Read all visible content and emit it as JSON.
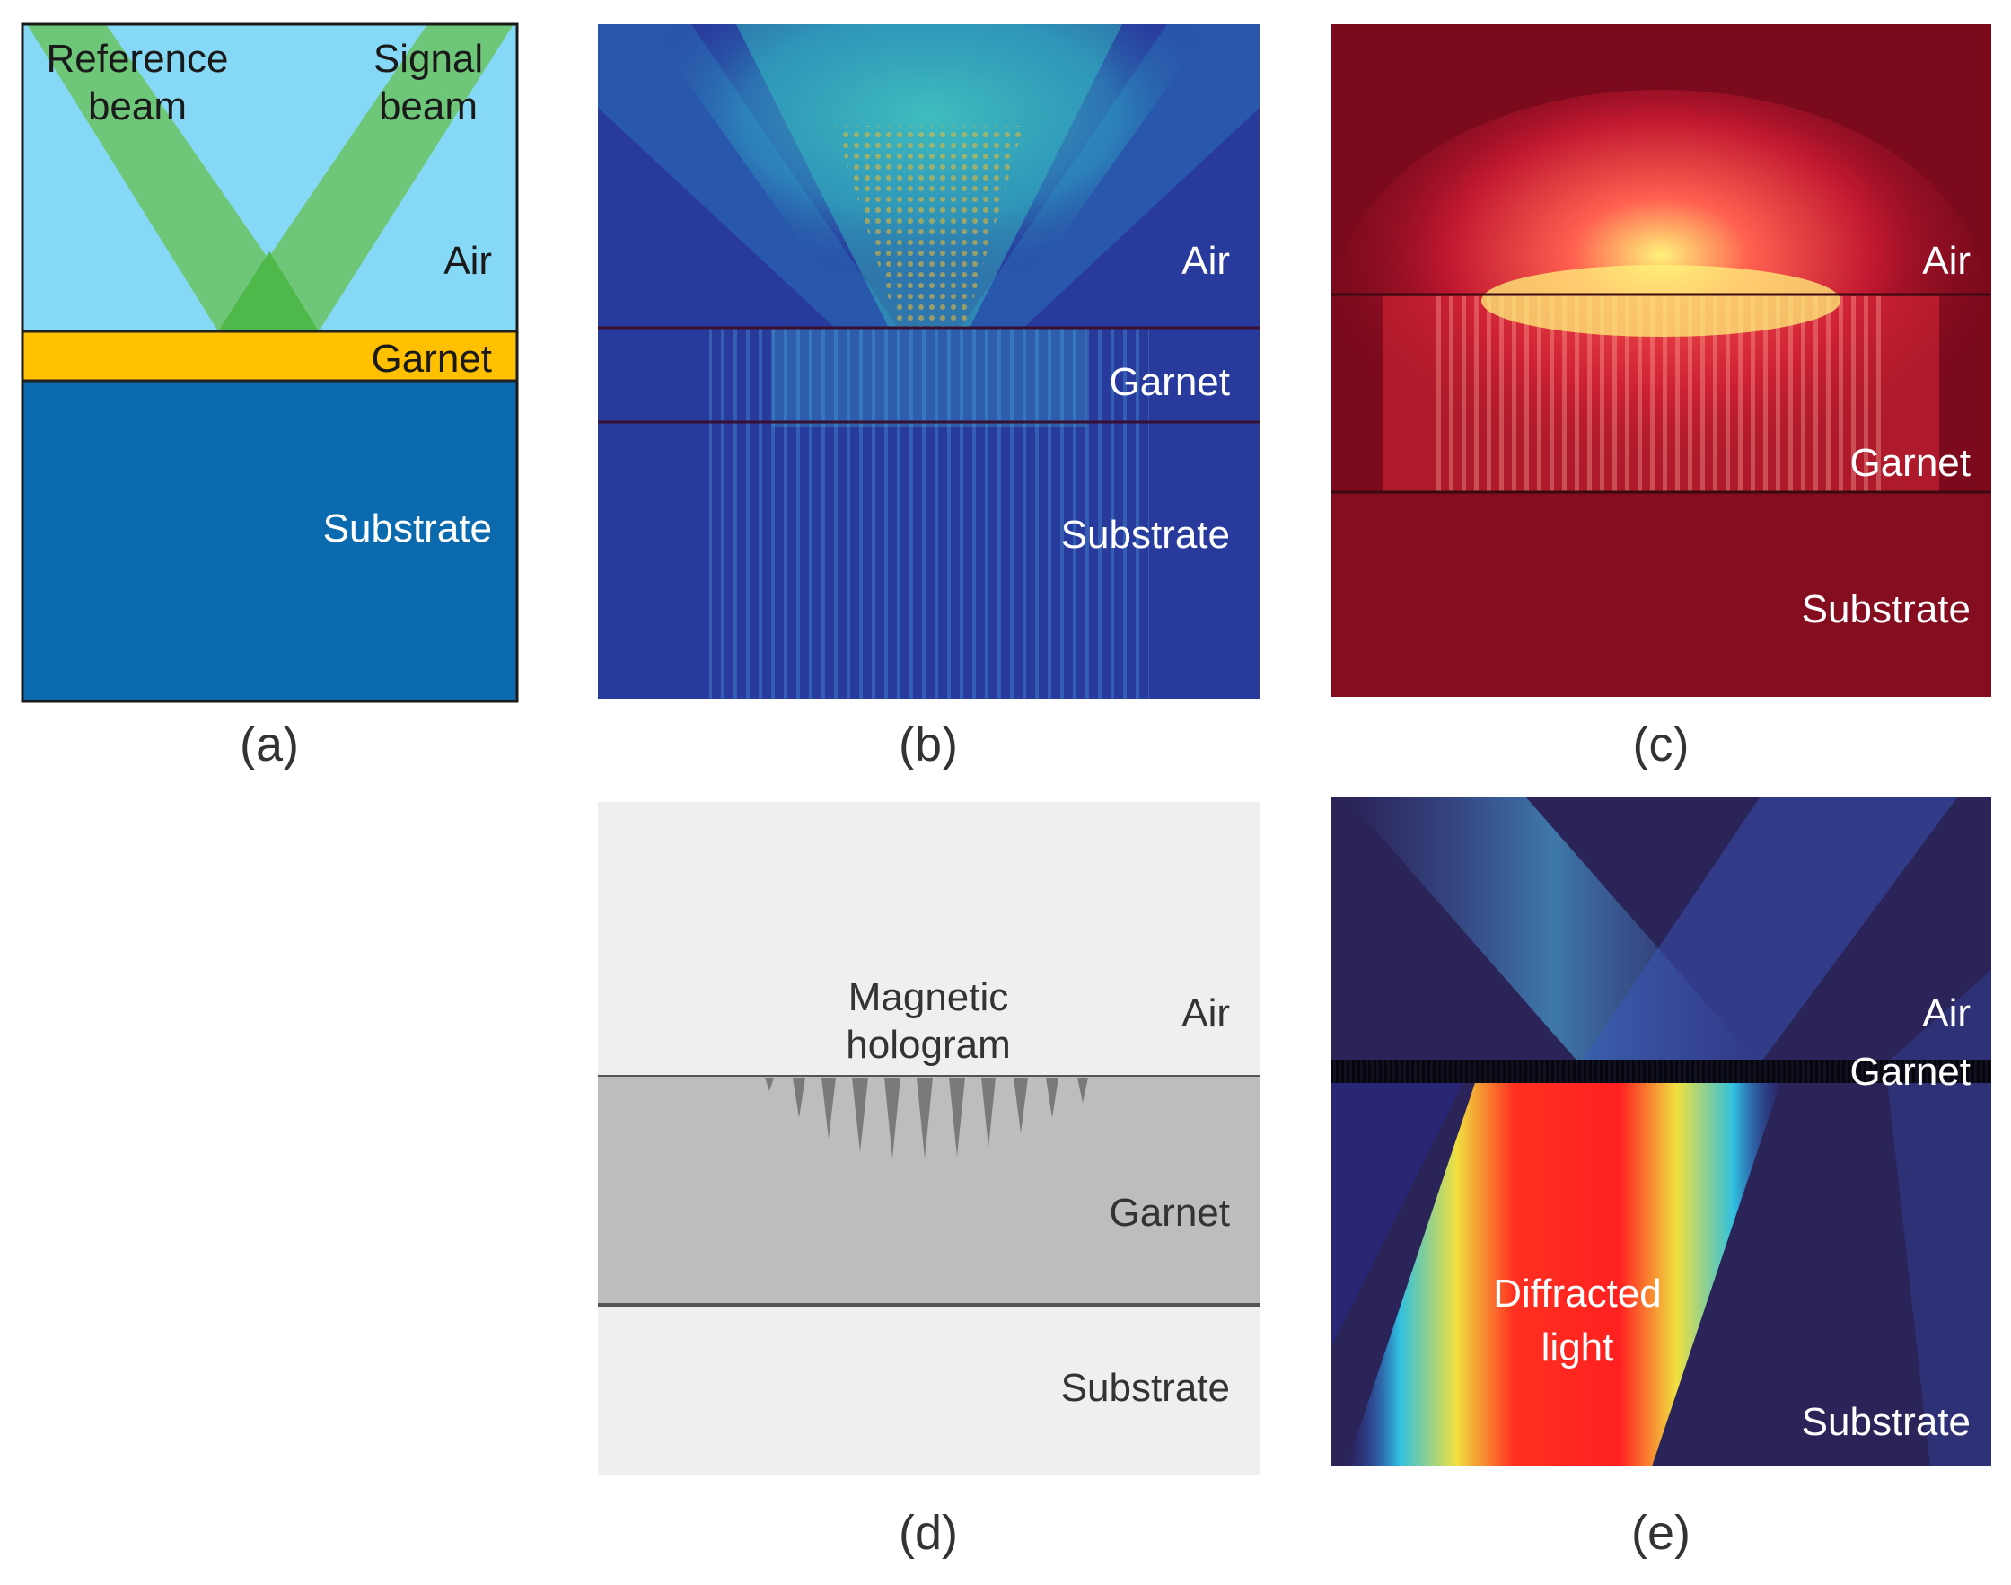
{
  "panels": {
    "a": {
      "caption": "(a)",
      "labels": {
        "reference_beam_1": "Reference",
        "reference_beam_2": "beam",
        "signal_beam_1": "Signal",
        "signal_beam_2": "beam",
        "air": "Air",
        "garnet": "Garnet",
        "substrate": "Substrate"
      },
      "colors": {
        "air": "#86d9f6",
        "garnet": "#ffc000",
        "substrate": "#0b6aae",
        "beam": "#6bc46a"
      }
    },
    "b": {
      "caption": "(b)",
      "labels": {
        "air": "Air",
        "garnet": "Garnet",
        "substrate": "Substrate"
      },
      "colors": {
        "background": "#283a9c",
        "high": "#2ec8c8"
      }
    },
    "c": {
      "caption": "(c)",
      "labels": {
        "air": "Air",
        "garnet": "Garnet",
        "substrate": "Substrate"
      },
      "colors": {
        "background": "#7a0a1c",
        "hot": "#ffee70"
      }
    },
    "d": {
      "caption": "(d)",
      "labels": {
        "hologram_1": "Magnetic",
        "hologram_2": "hologram",
        "air": "Air",
        "garnet": "Garnet",
        "substrate": "Substrate"
      },
      "colors": {
        "air": "#efefef",
        "garnet": "#bdbdbd",
        "substrate": "#efefef"
      }
    },
    "e": {
      "caption": "(e)",
      "labels": {
        "air": "Air",
        "garnet": "Garnet",
        "diffracted_1": "Diffracted",
        "diffracted_2": "light",
        "substrate": "Substrate"
      },
      "colors": {
        "background": "#2a2458",
        "hot": "#ff3030"
      }
    }
  }
}
